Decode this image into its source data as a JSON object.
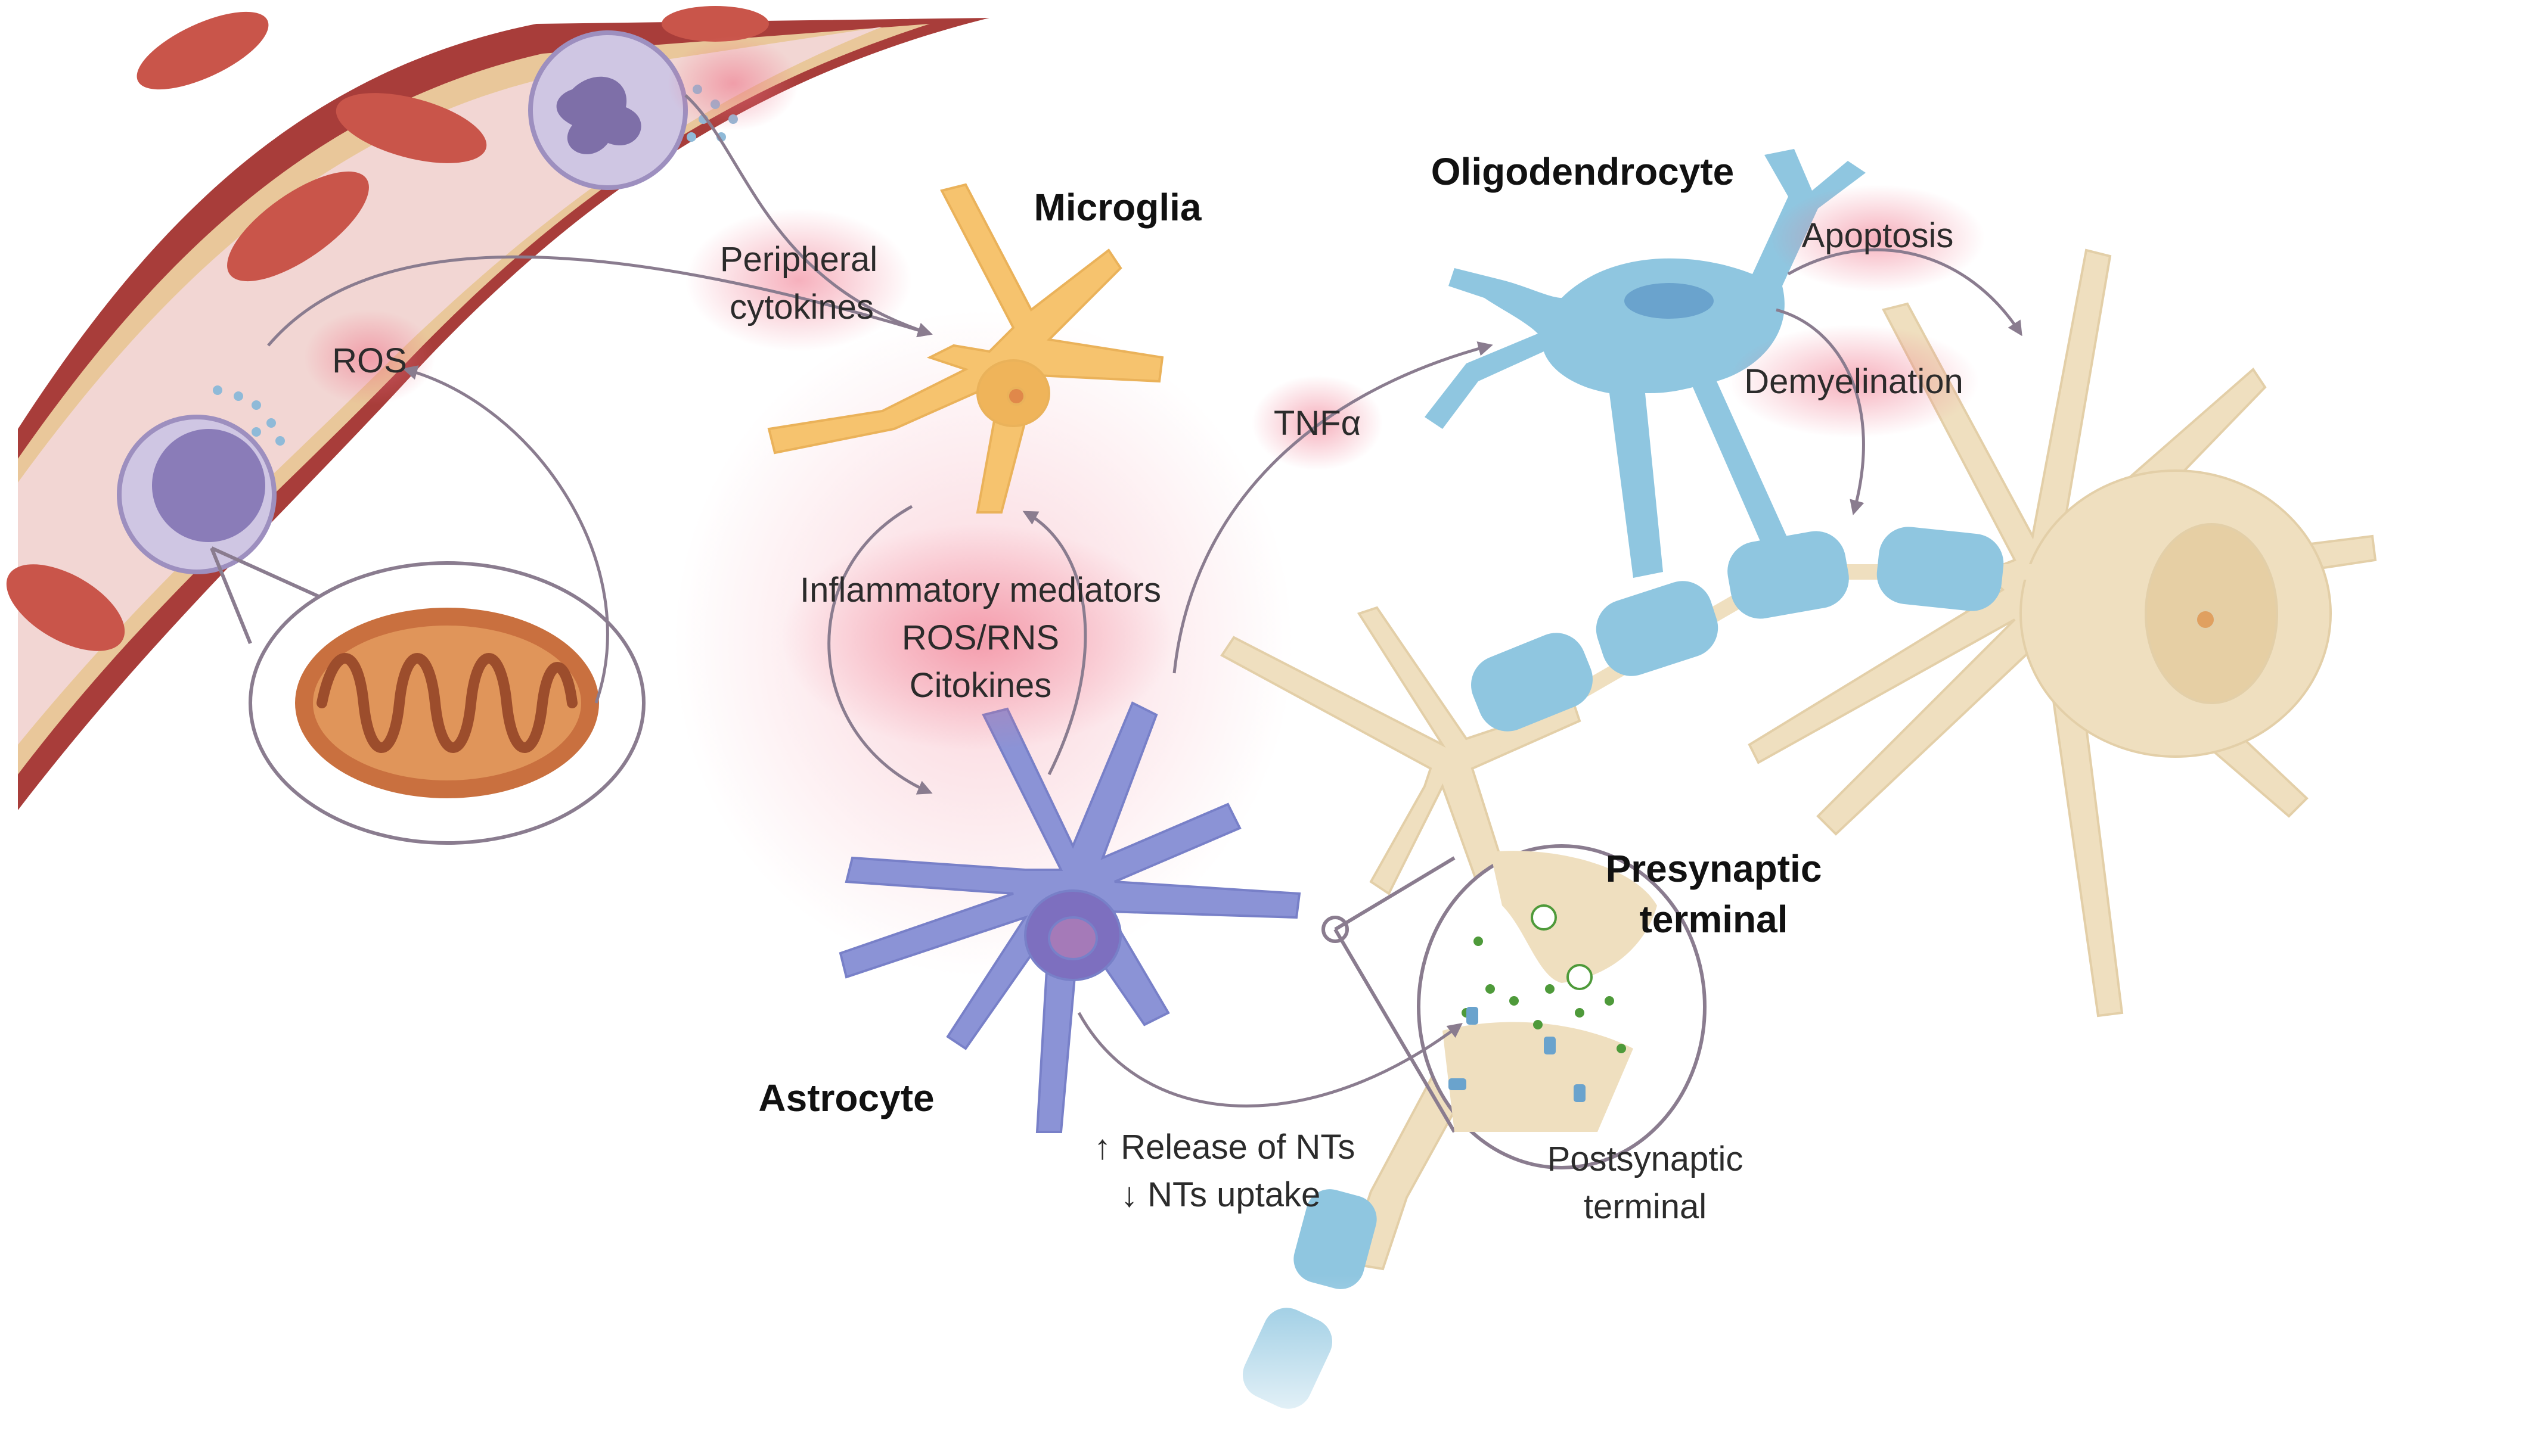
{
  "labels": {
    "microglia": "Microglia",
    "oligodendrocyte": "Oligodendrocyte",
    "astrocyte": "Astrocyte",
    "presynaptic_line1": "Presynaptic",
    "presynaptic_line2": "terminal",
    "postsynaptic_line1": "Postsynaptic",
    "postsynaptic_line2": "terminal",
    "peripheral_line1": "Peripheral",
    "peripheral_line2": "cytokines",
    "ros": "ROS",
    "tnf": "TNFα",
    "apoptosis": "Apoptosis",
    "demyelination": "Demyelination",
    "mediators_line1": "Inflammatory mediators",
    "mediators_line2": "ROS/RNS",
    "mediators_line3": "Citokines",
    "release_nts": "↑ Release of NTs",
    "uptake_nts": "↓ NTs uptake"
  },
  "colors": {
    "vessel_wall": "#a83d3a",
    "vessel_lumen": "#f2d6d3",
    "vessel_inner": "#e9c79a",
    "rbc": "#c9554a",
    "leukocyte": "#9d8fbf",
    "microglia": "#f6c36e",
    "oligodendrocyte": "#8fc6e0",
    "astrocyte": "#8b93d6",
    "neuron": "#efdfbf",
    "mitochondrion": "#e0955a",
    "arrow": "#8a7c8f",
    "glow": "#ef6f86"
  }
}
